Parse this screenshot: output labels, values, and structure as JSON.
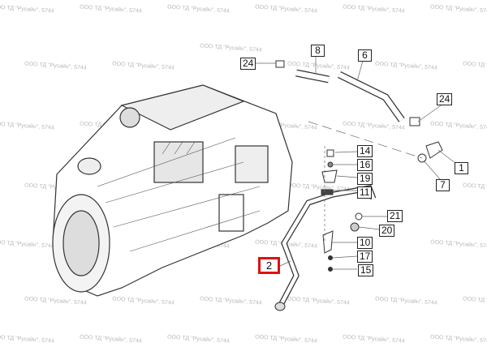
{
  "watermark": "ООО ТД \"Русайн\", 5744",
  "callouts": {
    "c24a": "24",
    "c8": "8",
    "c6": "6",
    "c24b": "24",
    "c1": "1",
    "c7": "7",
    "c14": "14",
    "c16": "16",
    "c19": "19",
    "c11": "11",
    "c21": "21",
    "c20": "20",
    "c10": "10",
    "c17": "17",
    "c15": "15",
    "c2": "2"
  },
  "highlight_color": "#e01010"
}
